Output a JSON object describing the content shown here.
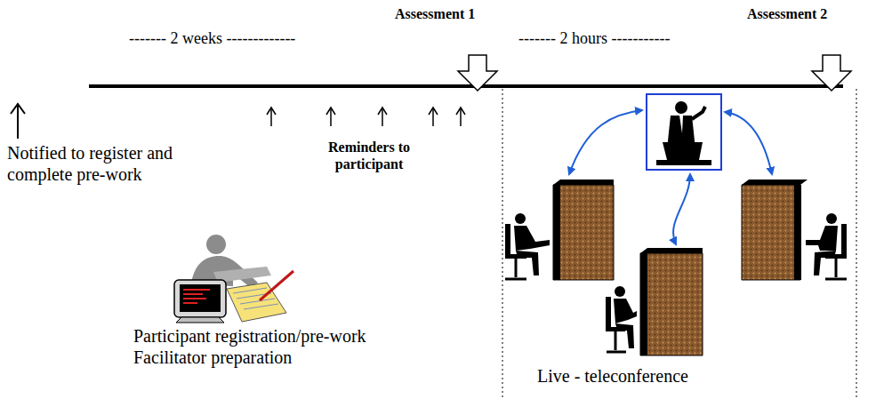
{
  "diagram": {
    "labels": [
      "Assessment 1",
      "Assessment 2",
      "------- 2 weeks -------------",
      "------- 2 hours -----------",
      "Notified to register and complete pre-work",
      "Reminders to participant",
      "Participant registration/pre-work Facilitator preparation",
      "Live - teleconference"
    ]
  }
}
